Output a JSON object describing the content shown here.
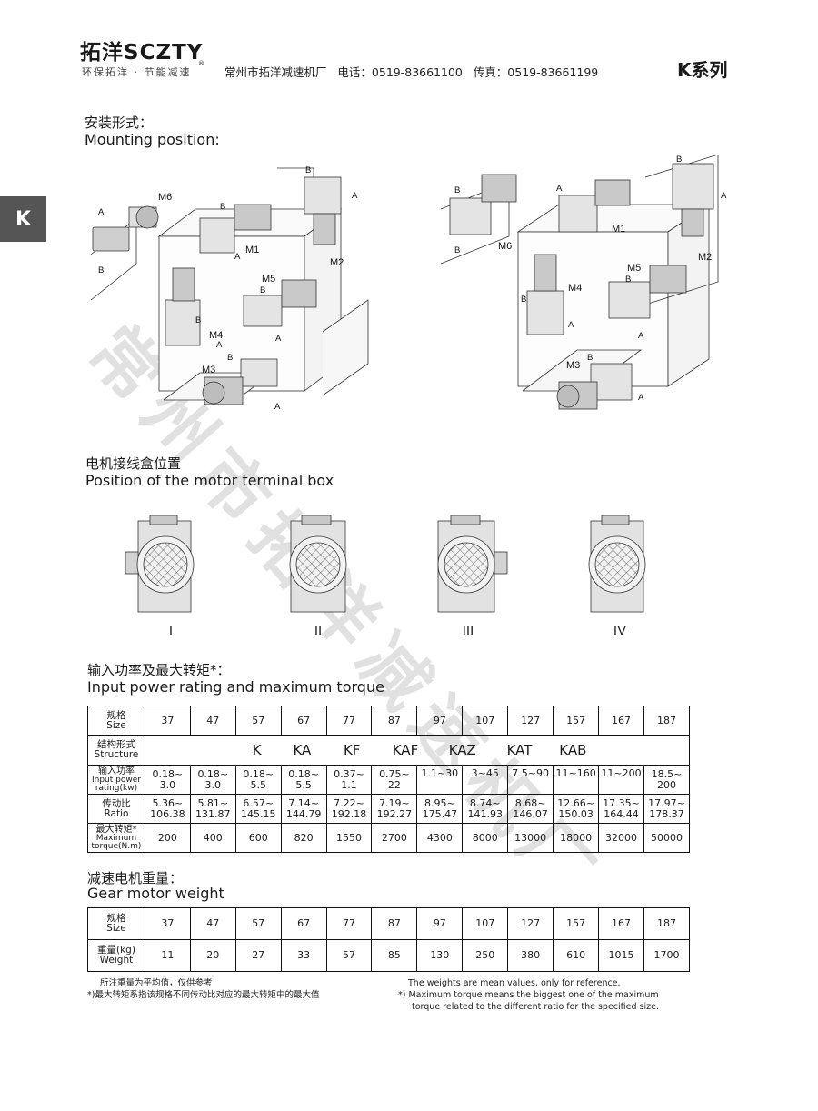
{
  "header": {
    "logo_text": "拓洋SCZTY",
    "logo_reg": "®",
    "slogan": "环保拓洋 · 节能减速",
    "company_line": "常州市拓洋减速机厂   电话：0519-83661100   传真：0519-83661199",
    "series": "K系列",
    "side_tab": "K"
  },
  "watermark": "常州市拓洋减速机厂",
  "mounting": {
    "title_cn": "安装形式：",
    "title_en": "Mounting position:",
    "left_labels": [
      "M6",
      "M1",
      "M2",
      "M5",
      "M4",
      "M3"
    ],
    "right_labels": [
      "M6",
      "M1",
      "M2",
      "M5",
      "M4",
      "M3"
    ],
    "side_a": "A",
    "side_b": "B"
  },
  "terminal_box": {
    "title_cn": "电机接线盒位置",
    "title_en": "Position of the motor terminal box",
    "positions": [
      "I",
      "II",
      "III",
      "IV"
    ]
  },
  "power_table": {
    "title_cn": "输入功率及最大转矩*：",
    "title_en": "Input power rating and maximum torque",
    "size_label_cn": "规格",
    "size_label_en": "Size",
    "sizes": [
      "37",
      "47",
      "57",
      "67",
      "77",
      "87",
      "97",
      "107",
      "127",
      "157",
      "167",
      "187"
    ],
    "structure_label_cn": "结构形式",
    "structure_label_en": "Structure",
    "structures": [
      "K",
      "KA",
      "KF",
      "KAF",
      "KAZ",
      "KAT",
      "KAB"
    ],
    "power_label_cn": "输入功率",
    "power_label_en1": "Input power",
    "power_label_en2": "rating(kw)",
    "power": [
      [
        "0.18~",
        "3.0"
      ],
      [
        "0.18~",
        "3.0"
      ],
      [
        "0.18~",
        "5.5"
      ],
      [
        "0.18~",
        "5.5"
      ],
      [
        "0.37~",
        "1.1"
      ],
      [
        "0.75~",
        "22"
      ],
      [
        "1.1~30",
        ""
      ],
      [
        "3~45",
        ""
      ],
      [
        "7.5~90",
        ""
      ],
      [
        "11~160",
        ""
      ],
      [
        "11~200",
        ""
      ],
      [
        "18.5~",
        "200"
      ]
    ],
    "ratio_label_cn": "传动比",
    "ratio_label_en": "Ratio",
    "ratio": [
      [
        "5.36~",
        "106.38"
      ],
      [
        "5.81~",
        "131.87"
      ],
      [
        "6.57~",
        "145.15"
      ],
      [
        "7.14~",
        "144.79"
      ],
      [
        "7.22~",
        "192.18"
      ],
      [
        "7.19~",
        "192.27"
      ],
      [
        "8.95~",
        "175.47"
      ],
      [
        "8.74~",
        "141.93"
      ],
      [
        "8.68~",
        "146.07"
      ],
      [
        "12.66~",
        "150.03"
      ],
      [
        "17.35~",
        "164.44"
      ],
      [
        "17.97~",
        "178.37"
      ]
    ],
    "torque_label_cn": "最大转矩*",
    "torque_label_en1": "Maximum",
    "torque_label_en2": "torque(N.m)",
    "torque": [
      "200",
      "400",
      "600",
      "820",
      "1550",
      "2700",
      "4300",
      "8000",
      "13000",
      "18000",
      "32000",
      "50000"
    ]
  },
  "weight_table": {
    "title_cn": "减速电机重量：",
    "title_en": "Gear motor weight",
    "size_label_cn": "规格",
    "size_label_en": "Size",
    "sizes": [
      "37",
      "47",
      "57",
      "67",
      "77",
      "87",
      "97",
      "107",
      "127",
      "157",
      "167",
      "187"
    ],
    "weight_label_cn": "重量(kg)",
    "weight_label_en": "Weight",
    "weights": [
      "11",
      "20",
      "27",
      "33",
      "57",
      "85",
      "130",
      "250",
      "380",
      "610",
      "1015",
      "1700"
    ]
  },
  "notes": {
    "cn_1": "所注重量为平均值，仅供参考",
    "cn_2": "*)最大转矩系指该规格不同传动比对应的最大转矩中的最大值",
    "en_1": "The weights are mean values, only for reference.",
    "en_2": "*) Maximum torque means the biggest one of the maximum",
    "en_3": "torque related to the different ratio for the specified size."
  }
}
